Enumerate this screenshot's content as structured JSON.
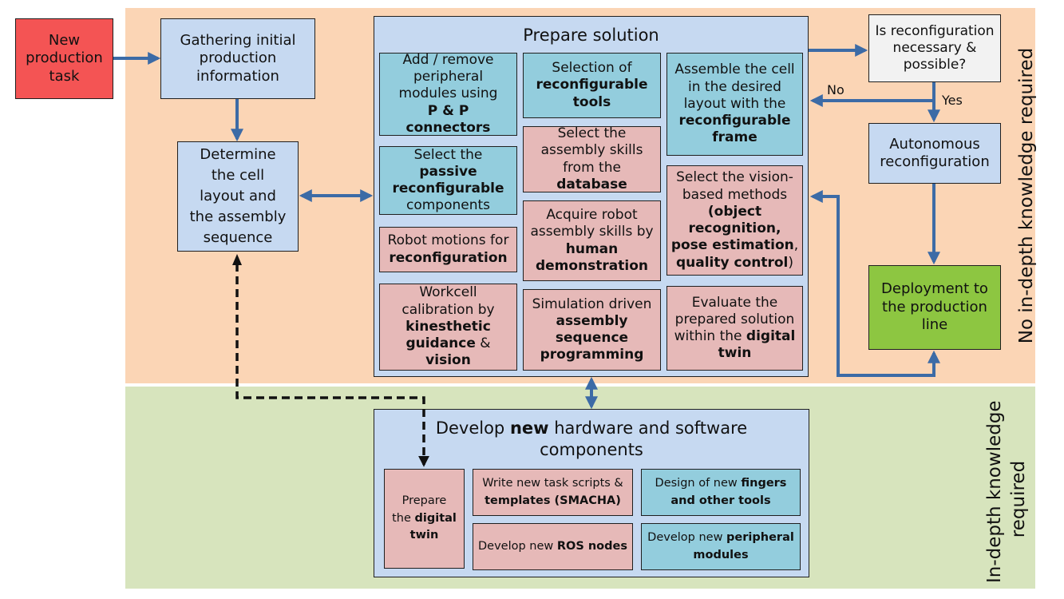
{
  "regions": {
    "upper_label": "No in-depth knowledge required",
    "lower_label_line1": "In-depth knowledge",
    "lower_label_line2": "required"
  },
  "boxes": {
    "new_task": [
      "New",
      "production",
      "task"
    ],
    "gathering": [
      "Gathering initial",
      "production",
      "information"
    ],
    "determine": [
      "Determine",
      "the cell",
      "layout and",
      "the assembly",
      "sequence"
    ],
    "prepare_title": "Prepare solution",
    "add_remove": {
      "l1": "Add / remove",
      "l2": "peripheral",
      "l3": "modules using",
      "b4": "P & P connectors"
    },
    "selection_tools": {
      "l1": "Selection of",
      "b2": "reconfigurable",
      "b3": "tools"
    },
    "assemble_cell": {
      "l1": "Assemble the cell",
      "l2": "in the desired",
      "l3": "layout with the",
      "b4": "reconfigurable",
      "b5": "frame"
    },
    "select_passive": {
      "t1": "Select the ",
      "b1": "passive",
      "b2": "reconfigurable",
      "l3": "components"
    },
    "select_skills": {
      "l1": "Select the",
      "l2": "assembly skills",
      "t3": "from the ",
      "b3": "database"
    },
    "select_vision": {
      "l1": "Select the vision-",
      "l2": "based methods",
      "b3a": "(object recognition,",
      "b4a": "pose estimation",
      "t4": ",",
      "b5": "quality control",
      "t5": ")"
    },
    "robot_motions": {
      "l1": "Robot motions for",
      "b2": "reconfiguration"
    },
    "acquire_skills": {
      "l1": "Acquire robot",
      "l2": "assembly skills by",
      "b3": "human",
      "b4": "demonstration"
    },
    "workcell_calib": {
      "l1": "Workcell",
      "l2": "calibration by",
      "b3": "kinesthetic",
      "b4a": "guidance",
      "t4": " & ",
      "b4b": "vision"
    },
    "simulation": {
      "l1": "Simulation driven",
      "b2": "assembly",
      "b3": "sequence",
      "b4": "programming"
    },
    "evaluate": {
      "l1": "Evaluate the",
      "l2": "prepared solution",
      "t3": "within the ",
      "b3": "digital",
      "b4": "twin"
    },
    "reconfig_question": [
      "Is reconfiguration",
      "necessary &",
      "possible?"
    ],
    "autonomous": [
      "Autonomous",
      "reconfiguration"
    ],
    "deployment": [
      "Deployment to",
      "the production",
      "line"
    ],
    "develop_title": {
      "t1": "Develop ",
      "b1": "new",
      "t1b": " hardware and software",
      "l2": "components"
    },
    "prepare_twin": {
      "l1": "Prepare",
      "t2": "the ",
      "b2": "digital",
      "b3": "twin"
    },
    "write_scripts": {
      "l1": "Write new task scripts &",
      "b2": "templates (SMACHA)"
    },
    "design_fingers": {
      "t1": "Design of new ",
      "b1": "fingers",
      "b2": "and other tools"
    },
    "develop_ros": {
      "t1": "Develop new ",
      "b1": "ROS nodes"
    },
    "develop_peripheral": {
      "t1": "Develop new ",
      "b1": "peripheral",
      "b2": "modules"
    }
  },
  "edge_labels": {
    "no": "No",
    "yes": "Yes"
  },
  "colors": {
    "upper_region": "#fbd5b5",
    "lower_region": "#d7e4bd",
    "arrow": "#3c6ba6",
    "blue_box": "#c6d9f1",
    "teal_box": "#93cddd",
    "pink_box": "#e6b9b8",
    "red_box": "#f45454",
    "green_box": "#8dc641",
    "white_box": "#f2f2f2"
  }
}
